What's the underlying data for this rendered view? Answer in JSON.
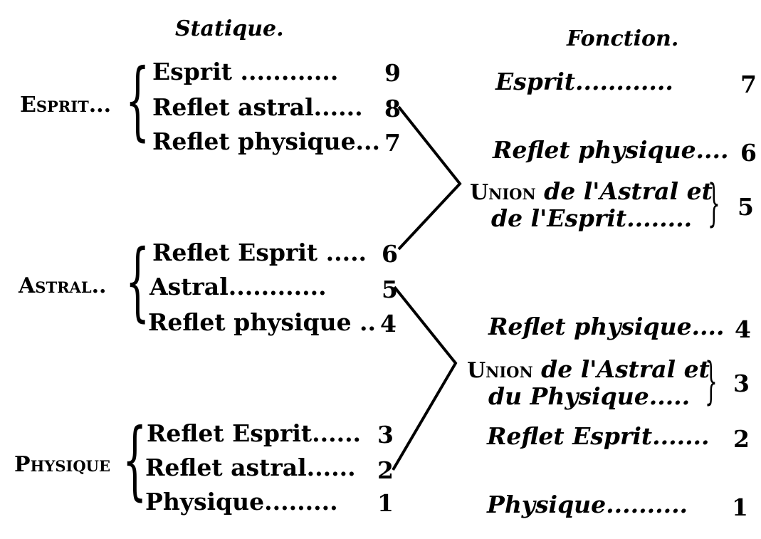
{
  "headers": {
    "statique": "Statique.",
    "fonction": "Fonction."
  },
  "left_groups": [
    {
      "name": "Esprit...",
      "rows": [
        {
          "label": "Esprit ............",
          "num": "9"
        },
        {
          "label": "Reflet astral......",
          "num": "8"
        },
        {
          "label": "Reflet physique...",
          "num": "7"
        }
      ]
    },
    {
      "name": "Astral..",
      "rows": [
        {
          "label": "Reflet Esprit .....",
          "num": "6"
        },
        {
          "label": "Astral............",
          "num": "5"
        },
        {
          "label": "Reflet physique ..",
          "num": "4"
        }
      ]
    },
    {
      "name": "Physique",
      "rows": [
        {
          "label": "Reflet Esprit......",
          "num": "3"
        },
        {
          "label": "Reflet astral......",
          "num": "2"
        },
        {
          "label": "Physique.........",
          "num": "1"
        }
      ]
    }
  ],
  "right_rows": [
    {
      "label": "Esprit............",
      "num": "7"
    },
    {
      "label": "Reflet physique....",
      "num": "6"
    },
    {
      "label_prefix": "Union",
      "label_line1": " de l'Astral et",
      "label_line2": "de l'Esprit........",
      "num": "5"
    },
    {
      "label": "Reflet physique....",
      "num": "4"
    },
    {
      "label_prefix": "Union",
      "label_line1": " de l'Astral et",
      "label_line2": "du Physique.....",
      "num": "3"
    },
    {
      "label": "Reflet Esprit.......",
      "num": "2"
    },
    {
      "label": "Physique..........",
      "num": "1"
    }
  ]
}
